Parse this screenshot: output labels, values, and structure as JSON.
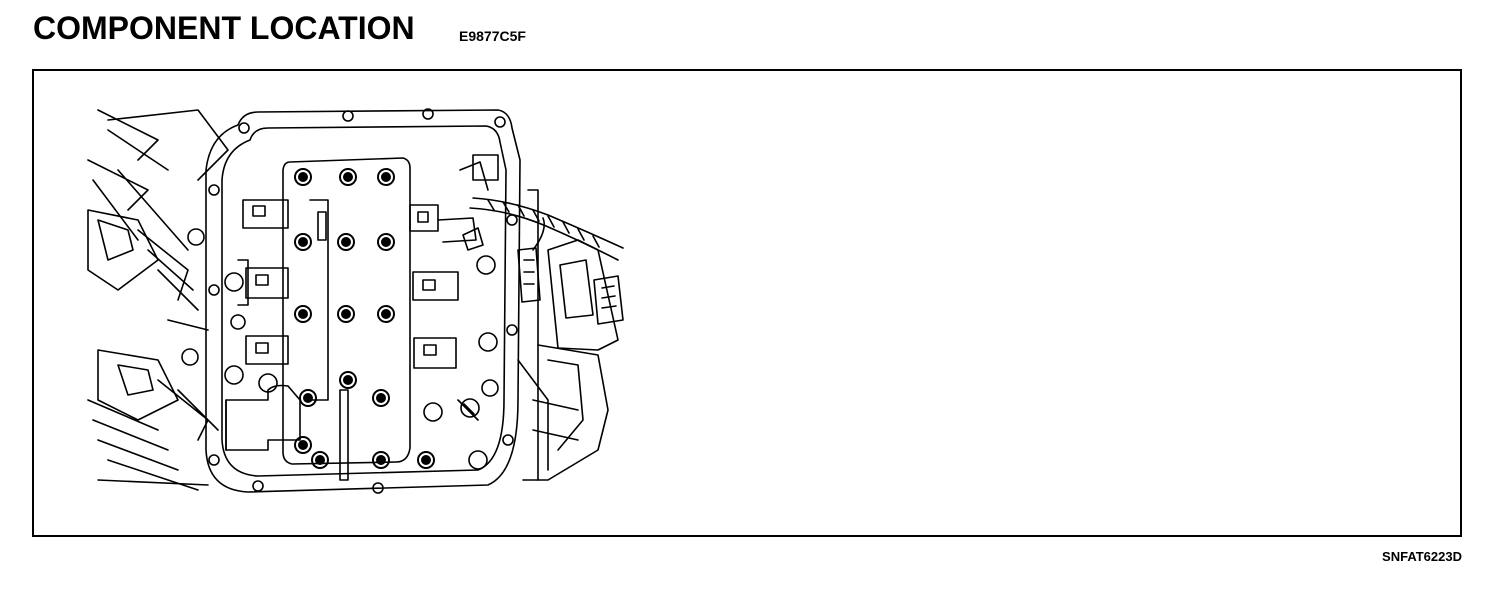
{
  "header": {
    "title": "COMPONENT LOCATION",
    "code": "E9877C5F"
  },
  "figure": {
    "figure_id": "SNFAT6223D"
  }
}
